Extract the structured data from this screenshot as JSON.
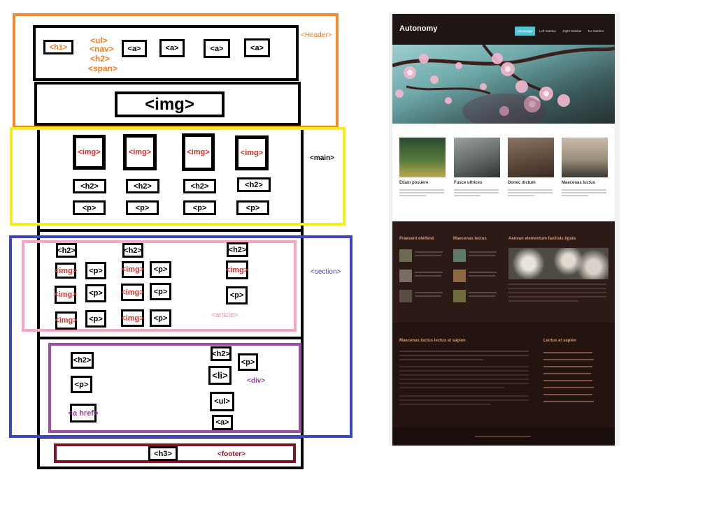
{
  "wireframe": {
    "header_label": "<Header>",
    "main_label": "<main>",
    "section_label": "<section>",
    "article_label": "<article>",
    "div_label": "<div>",
    "footer_label": "<footer>",
    "header_tags": {
      "h1": "<h1>",
      "stack": [
        "<ul>",
        "<nav>",
        "<h2>",
        "<span>"
      ],
      "links": [
        "<a>",
        "<a>",
        "<a>",
        "<a>"
      ],
      "img": "<img>"
    },
    "main_tags": {
      "imgs": [
        "<img>",
        "<img>",
        "<img>",
        "<img>"
      ],
      "h2s": [
        "<h2>",
        "<h2>",
        "<h2>",
        "<h2>"
      ],
      "ps": [
        "<p>",
        "<p>",
        "<p>",
        "<p>"
      ]
    },
    "article_tags": {
      "h2": "<h2>",
      "img": "<img>",
      "p": "<p>"
    },
    "div_tags": {
      "h2": "<h2>",
      "p": "<p>",
      "a_href": "<a href>",
      "li": "<li>",
      "ul": "<ul>",
      "a": "<a>"
    },
    "footer_tags": {
      "h3": "<h3>"
    }
  },
  "mockup": {
    "title": "Autonomy",
    "nav": [
      "Homepage",
      "Left Sidebar",
      "Right Sidebar",
      "No Sidebar"
    ],
    "features": [
      "Etiam posuere",
      "Fusce ultrices",
      "Donec dictum",
      "Maecenas luctus"
    ],
    "section_headings": [
      "Praesent eleifend",
      "Maecenas lectus",
      "Aenean elementum facilisis ligula"
    ],
    "lower_headings": [
      "Maecenas luctus lectus at sapien",
      "Lectus at sapien"
    ]
  },
  "colors": {
    "header_box": "#f5892f",
    "main_box": "#f6ee1a",
    "section_box": "#3e45c0",
    "article_box": "#f4a6c4",
    "div_box": "#9b4fa4",
    "footer_box": "#7a1720",
    "mockup_dark": "#2c1a17",
    "mockup_nav_active": "#54c3d6"
  }
}
